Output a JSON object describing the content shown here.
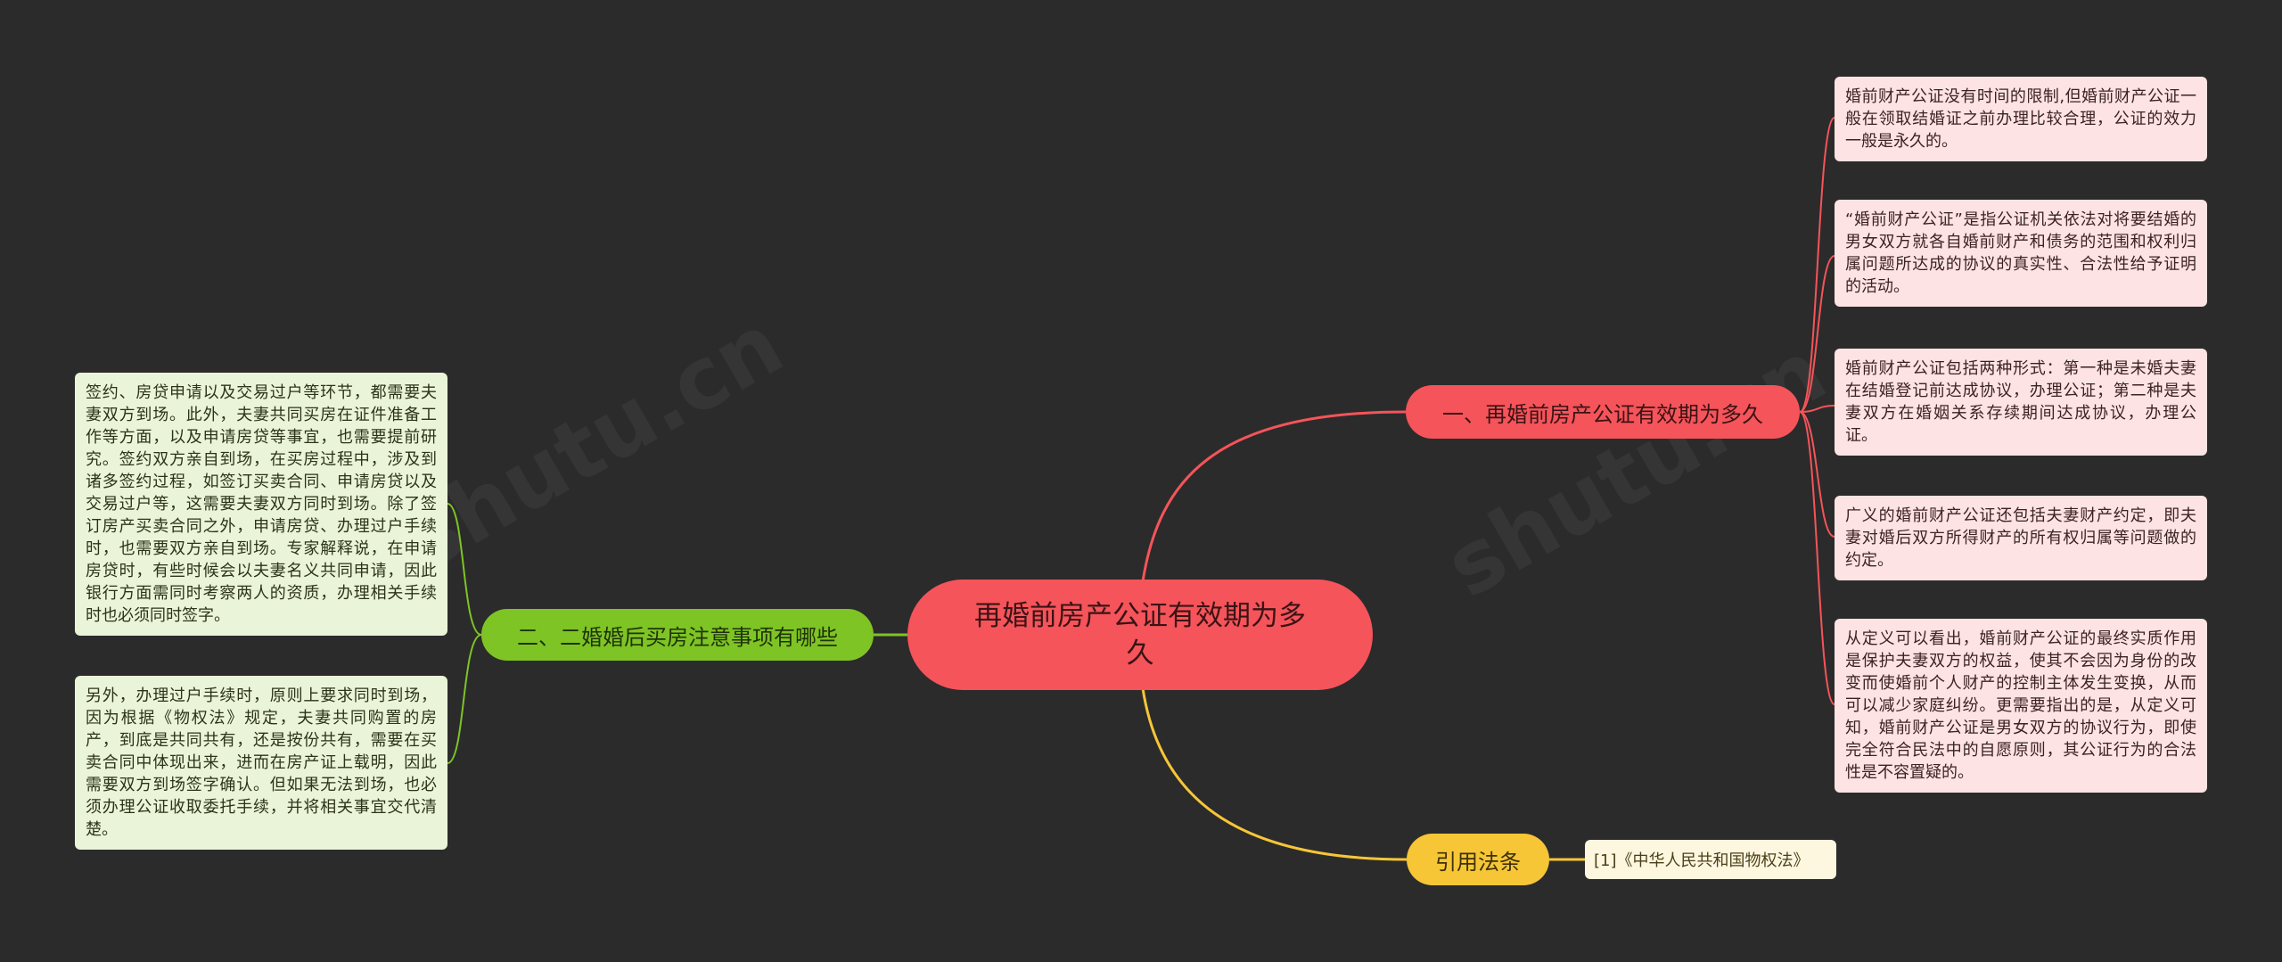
{
  "root": {
    "label": "再婚前房产公证有效期为多久"
  },
  "branches": {
    "right": {
      "label": "一、再婚前房产公证有效期为多久"
    },
    "left": {
      "label": "二、二婚婚后买房注意事项有哪些"
    },
    "cite": {
      "label": "引用法条"
    }
  },
  "right_leaves": [
    "婚前财产公证没有时间的限制,但婚前财产公证一般在领取结婚证之前办理比较合理，公证的效力一般是永久的。",
    "“婚前财产公证”是指公证机关依法对将要结婚的男女双方就各自婚前财产和债务的范围和权利归属问题所达成的协议的真实性、合法性给予证明的活动。",
    "婚前财产公证包括两种形式：第一种是未婚夫妻在结婚登记前达成协议，办理公证；第二种是夫妻双方在婚姻关系存续期间达成协议，办理公证。",
    "广义的婚前财产公证还包括夫妻财产约定，即夫妻对婚后双方所得财产的所有权归属等问题做的约定。",
    "从定义可以看出，婚前财产公证的最终实质作用是保护夫妻双方的权益，使其不会因为身份的改变而使婚前个人财产的控制主体发生变换，从而可以减少家庭纠纷。更需要指出的是，从定义可知，婚前财产公证是男女双方的协议行为，即使完全符合民法中的自愿原则，其公证行为的合法性是不容置疑的。"
  ],
  "left_leaves": [
    "签约、房贷申请以及交易过户等环节，都需要夫妻双方到场。此外，夫妻共同买房在证件准备工作等方面，以及申请房贷等事宜，也需要提前研究。签约双方亲自到场，在买房过程中，涉及到诸多签约过程，如签订买卖合同、申请房贷以及交易过户等，这需要夫妻双方同时到场。除了签订房产买卖合同之外，申请房贷、办理过户手续时，也需要双方亲自到场。专家解释说，在申请房贷时，有些时候会以夫妻名义共同申请，因此银行方面需同时考察两人的资质，办理相关手续时也必须同时签字。",
    "另外，办理过户手续时，原则上要求同时到场，因为根据《物权法》规定，夫妻共同购置的房产，到底是共同共有，还是按份共有，需要在买卖合同中体现出来，进而在房产证上载明，因此需要双方到场签字确认。但如果无法到场，也必须办理公证收取委托手续，并将相关事宜交代清楚。"
  ],
  "cite_leaf": "[1]《中华人民共和国物权法》",
  "colors": {
    "background": "#2b2b2b",
    "root": "#f5545a",
    "right_branch": "#f5545a",
    "left_branch": "#7ec425",
    "cite_branch": "#f6c637"
  }
}
